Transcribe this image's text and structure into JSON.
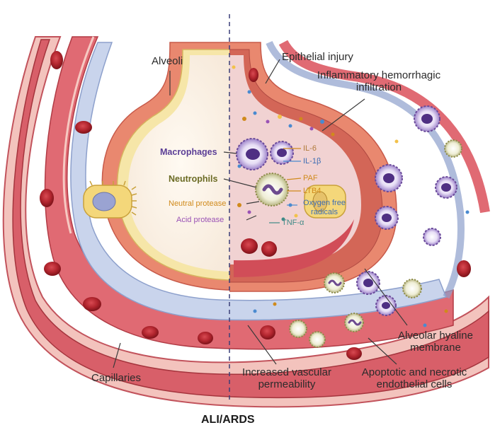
{
  "title": "ALI/ARDS",
  "labels": {
    "alveoli": "Alveoli",
    "epithelial_injury": "Epithelial injury",
    "inflammatory_line1": "Inflammatory hemorrhagic",
    "inflammatory_line2": "infiltration",
    "macrophages": "Macrophages",
    "neutrophils": "Neutrophils",
    "neutral_protease": "Neutral protease",
    "acid_protease": "Acid protease",
    "il6": "IL-6",
    "il1b": "IL-1β",
    "paf": "PAF",
    "ltb4": "LTB4",
    "oxygen_line1": "Oxygen free",
    "oxygen_line2": "radicals",
    "tnfa": "TNF-α",
    "alveolar_line1": "Alveolar hyaline",
    "alveolar_line2": "membrane",
    "capillaries": "Capillaries",
    "vascular_line1": "Increased vascular",
    "vascular_line2": "permeability",
    "apoptotic_line1": "Apoptotic and necrotic",
    "apoptotic_line2": "endothelial cells"
  },
  "colors": {
    "vessel": "#d9666f",
    "vessel_light": "#f0b9b4",
    "interstitium": "#c9d4ec",
    "epithelium": "#f6e6a8",
    "alveolar_space": "#fbf3ea",
    "damaged_space": "#f1d2d2",
    "rbc": "#b3262f",
    "macrophage": "#7b5aa6",
    "neutrophil": "#d7d6a6"
  }
}
